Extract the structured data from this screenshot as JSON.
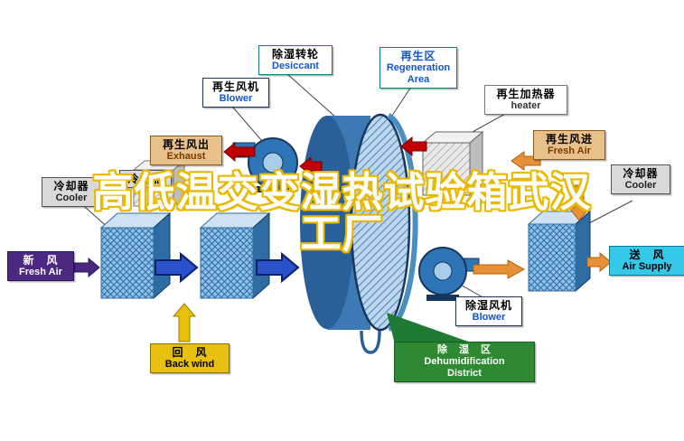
{
  "title": {
    "line1": "高低温交变湿热试验箱武汉",
    "line2": "工厂"
  },
  "labels": {
    "desiccant": {
      "zh": "除湿转轮",
      "en": "Desiccant"
    },
    "regen_area": {
      "zh": "再生区",
      "en": "Regeneration Area"
    },
    "regen_blower": {
      "zh": "再生风机",
      "en": "Blower"
    },
    "regen_heater": {
      "zh": "再生加热器",
      "en": "heater"
    },
    "exhaust": {
      "zh": "再生风出",
      "en": "Exhaust"
    },
    "regen_fresh_air": {
      "zh": "再生风进",
      "en": "Fresh Air"
    },
    "cooler_left": {
      "zh": "冷却器",
      "en": "Cooler"
    },
    "cooler_mid": {
      "zh": "冷却器"
    },
    "cooler_right": {
      "zh": "冷却器",
      "en": "Cooler"
    },
    "fresh_air": {
      "zh": "新　风",
      "en": "Fresh Air"
    },
    "back_wind": {
      "zh": "回　风",
      "en": "Back wind"
    },
    "air_supply": {
      "zh": "送　风",
      "en": "Air Supply"
    },
    "dehumid_blower": {
      "zh": "除湿风机",
      "en": "Blower"
    },
    "dehumid_district": {
      "zh": "除　湿　区",
      "en_line1": "Dehumidification",
      "en_line2": "District"
    }
  },
  "colors": {
    "regen_flow": "#c00000",
    "supply_flow": "#e69138",
    "process_flow": "#2a52cc",
    "return_flow": "#e8c00a",
    "fresh_flow": "#4c2882",
    "rotor_blue": "#3d7ab5",
    "dehumid_green": "#2d8a33",
    "title_outline": "#e9b800"
  }
}
